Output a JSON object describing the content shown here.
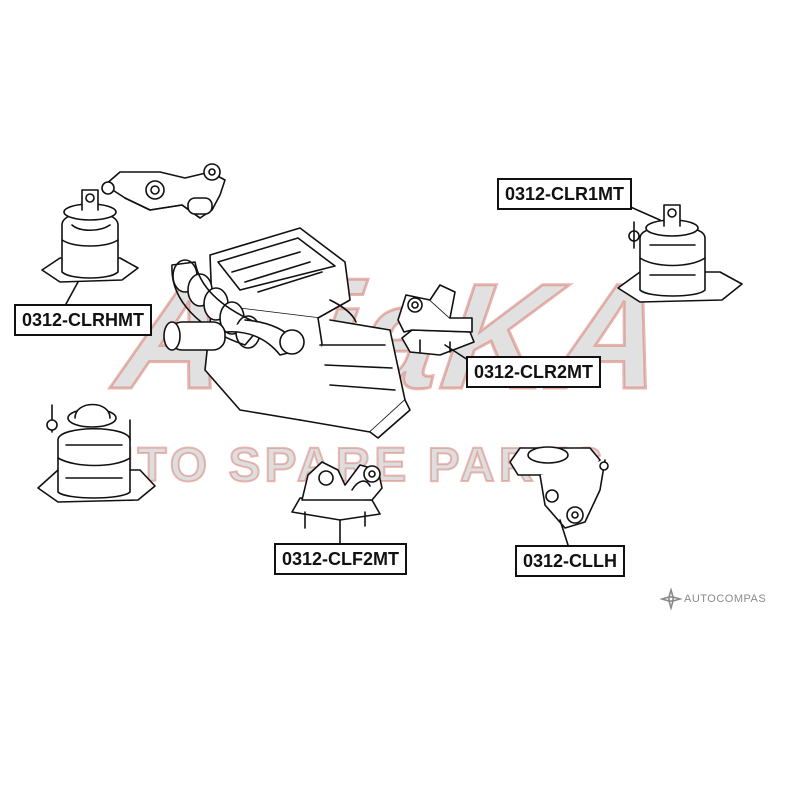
{
  "watermark": {
    "brand": "AsiaKA",
    "tagline": "AUTO SPARE PARTS"
  },
  "parts": {
    "clrhmt": "0312-CLRHMT",
    "clr1mt": "0312-CLR1MT",
    "clr2mt": "0312-CLR2MT",
    "clf2mt": "0312-CLF2MT",
    "cllh": "0312-CLLH"
  },
  "logo": {
    "text": "AUTOCOMPAS",
    "icon": "autocompas-star-icon"
  },
  "colors": {
    "line": "#111111",
    "watermark_fill": "#d0d0d0",
    "watermark_outline": "#d77a6e",
    "logo_gray": "#8a8a8a"
  }
}
